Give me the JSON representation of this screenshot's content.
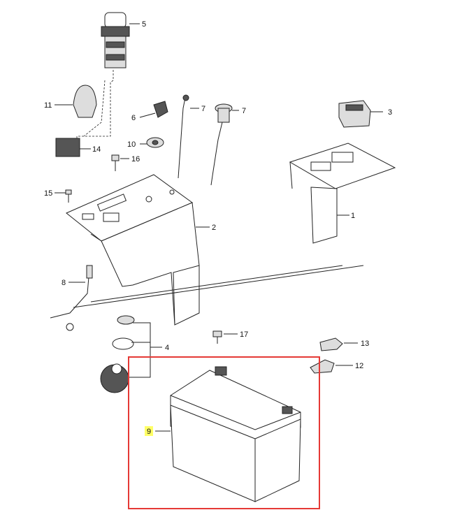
{
  "diagram": {
    "callouts": {
      "c1": "1",
      "c2": "2",
      "c3": "3",
      "c4": "4",
      "c5": "5",
      "c6": "6",
      "c7a": "7",
      "c7b": "7",
      "c8": "8",
      "c9": "9",
      "c10": "10",
      "c11": "11",
      "c12": "12",
      "c13": "13",
      "c14": "14",
      "c15": "15",
      "c16": "16",
      "c17": "17"
    },
    "highlighted_part": "9",
    "colors": {
      "highlight_box": "#e53935",
      "highlight_label": "#ffff66"
    }
  }
}
